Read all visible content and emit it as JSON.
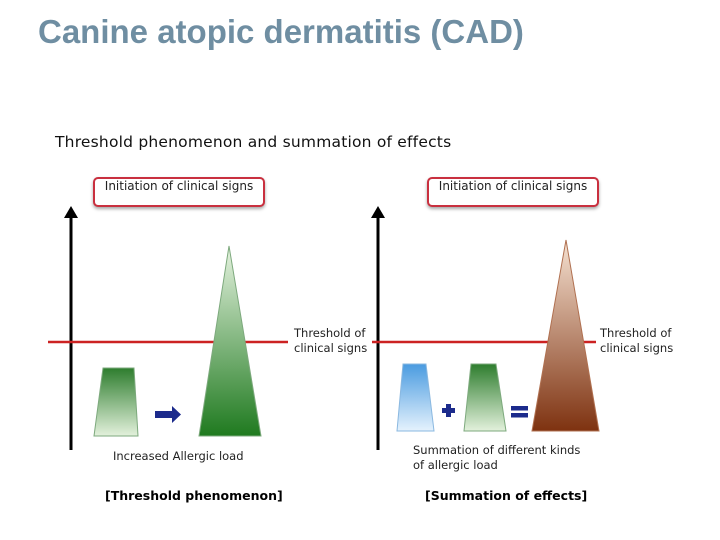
{
  "title": "Canine atopic dermatitis (CAD)",
  "subtitle": "Threshold phenomenon and summation of effects",
  "left_panel": {
    "box_label": "Initiation of clinical signs",
    "threshold_label": "Threshold of clinical signs",
    "x_label": "Increased Allergic load",
    "caption": "[Threshold phenomenon]"
  },
  "right_panel": {
    "box_label": "Initiation of clinical signs",
    "threshold_label": "Threshold of clinical signs",
    "x_label": "Summation of different kinds of allergic load",
    "caption": "[Summation of effects]"
  },
  "colors": {
    "title": "#6f8ea2",
    "threshold_line": "#cc2222",
    "box_border": "#c9303f",
    "green": "#2e8b2e",
    "blue": "#5aaae8",
    "brown": "#8b3a14",
    "operator": "#1c2b8c"
  }
}
